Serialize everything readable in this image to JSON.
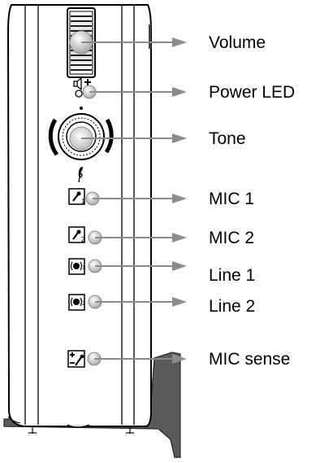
{
  "callouts": {
    "volume": "Volume",
    "power_led": "Power LED",
    "tone": "Tone",
    "mic1": "MIC 1",
    "mic2": "MIC 2",
    "line1": "Line 1",
    "line2": "Line 2",
    "mic_sense": "MIC sense"
  },
  "button_icons": {
    "mic1": "microphone-1-icon",
    "mic2": "microphone-2-icon",
    "line1": "line-in-1-icon",
    "line2": "line-in-2-icon",
    "mic_sense": "mic-sense-icon",
    "volume": "speaker-plus-icon",
    "tone": "treble-clef-icon"
  },
  "colors": {
    "device_outline": "#000000",
    "arrow": "#8c8c8c",
    "led_dot": "#bdbdbd",
    "stand": "#5a5a5a"
  }
}
